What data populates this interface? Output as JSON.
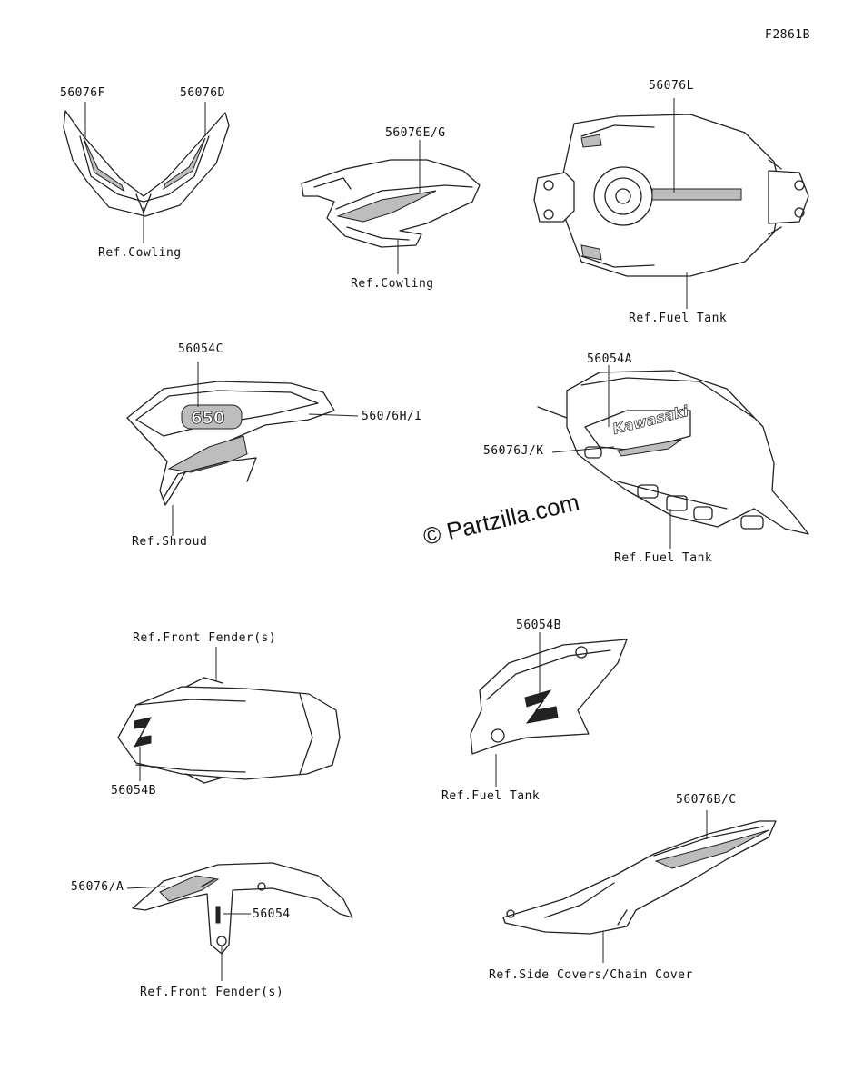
{
  "figure_code": "F2861B",
  "watermark": "© Partzilla.com",
  "labels": {
    "l_56076F": "56076F",
    "l_56076D": "56076D",
    "l_ref_cowling_1": "Ref.Cowling",
    "l_56076EG": "56076E/G",
    "l_ref_cowling_2": "Ref.Cowling",
    "l_56076L": "56076L",
    "l_ref_fuel_tank_1": "Ref.Fuel Tank",
    "l_56054C": "56054C",
    "l_56076HI": "56076H/I",
    "l_ref_shroud": "Ref.Shroud",
    "l_56054A": "56054A",
    "l_56076JK": "56076J/K",
    "l_ref_fuel_tank_2": "Ref.Fuel Tank",
    "l_ref_front_fender_1": "Ref.Front Fender(s)",
    "l_56054B_1": "56054B",
    "l_56054B_2": "56054B",
    "l_ref_fuel_tank_3": "Ref.Fuel Tank",
    "l_56076BC": "56076B/C",
    "l_56076A": "56076/A",
    "l_56054": "56054",
    "l_ref_front_fender_2": "Ref.Front Fender(s)",
    "l_ref_side_covers": "Ref.Side Covers/Chain Cover"
  },
  "decal_text": {
    "kawasaki": "Kawasaki",
    "model": "650",
    "z_logo": "Z"
  }
}
